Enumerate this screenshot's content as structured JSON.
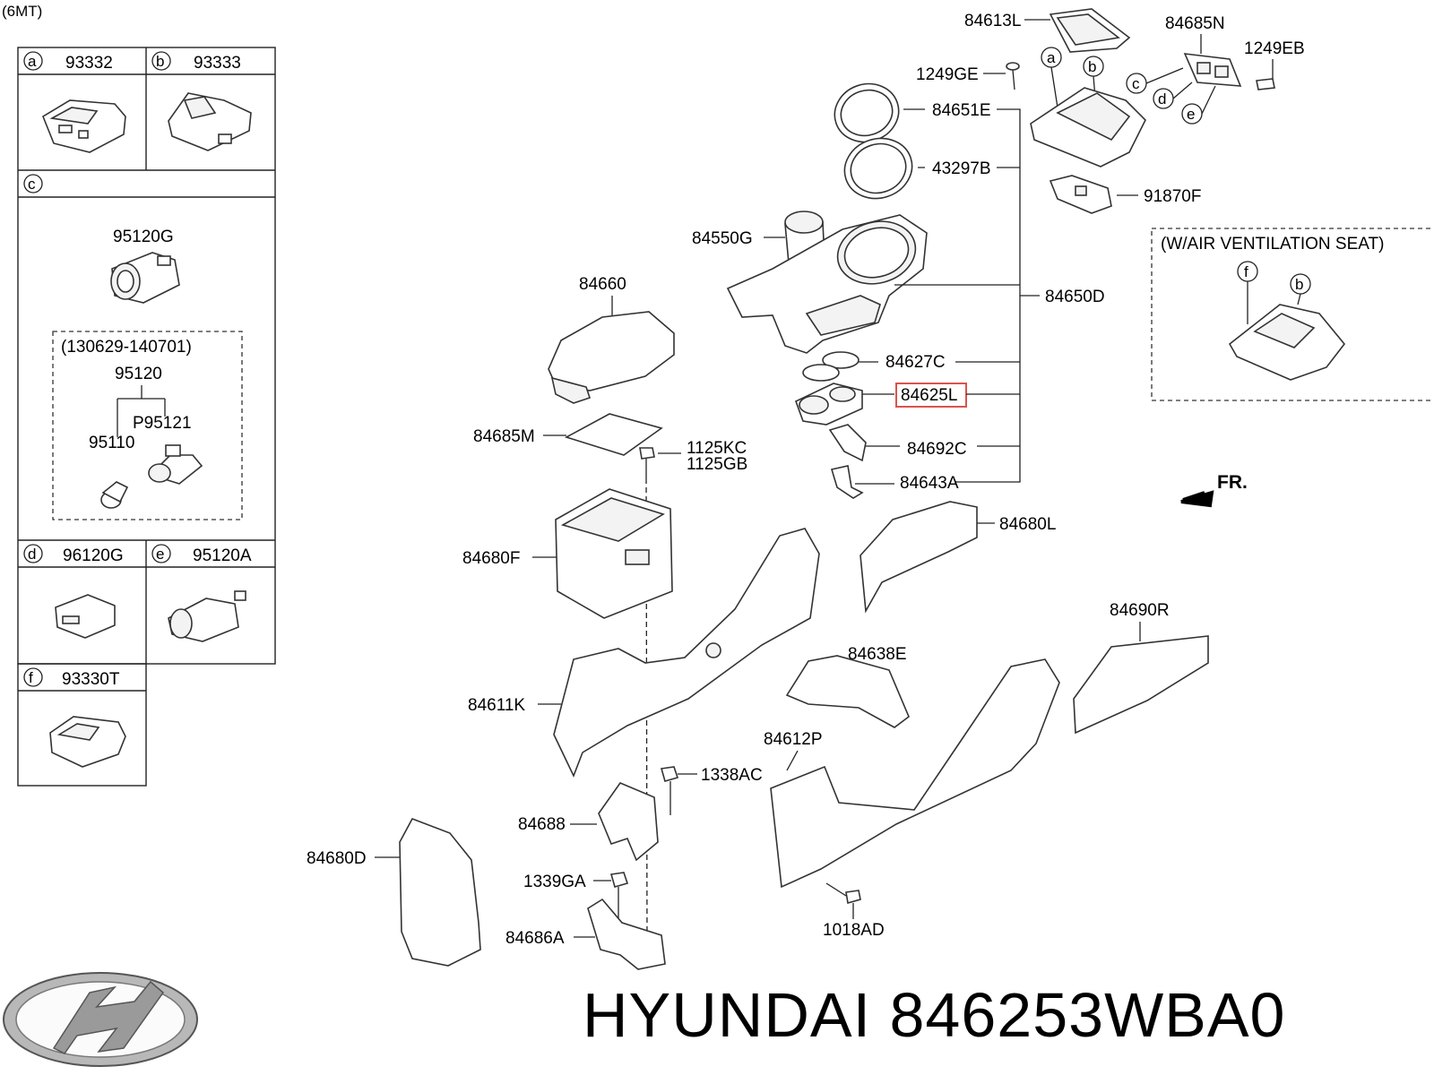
{
  "header": {
    "variant": "(6MT)"
  },
  "inset": {
    "a": {
      "letter": "a",
      "part": "93332"
    },
    "b": {
      "letter": "b",
      "part": "93333"
    },
    "c": {
      "letter": "c",
      "part_top": "95120G",
      "dated_range": "(130629-140701)",
      "sub_parent": "95120",
      "sub_left": "95110",
      "sub_right": "P95121"
    },
    "d": {
      "letter": "d",
      "part": "96120G"
    },
    "e": {
      "letter": "e",
      "part": "95120A"
    },
    "f": {
      "letter": "f",
      "part": "93330T"
    }
  },
  "callouts": {
    "p84613L": "84613L",
    "p84685N": "84685N",
    "p1249EB": "1249EB",
    "p1249GE": "1249GE",
    "p84651E": "84651E",
    "p43297B": "43297B",
    "p91870F": "91870F",
    "p84550G": "84550G",
    "p84660": "84660",
    "p84650D": "84650D",
    "p84627C": "84627C",
    "p84625L": "84625L",
    "p84692C": "84692C",
    "p84643A": "84643A",
    "p84685M": "84685M",
    "p1125KC": "1125KC",
    "p1125GB": "1125GB",
    "p84680F": "84680F",
    "p84680L": "84680L",
    "p84690R": "84690R",
    "p84638E": "84638E",
    "p84611K": "84611K",
    "p84612P": "84612P",
    "p1338AC": "1338AC",
    "p84688": "84688",
    "p84680D": "84680D",
    "p1339GA": "1339GA",
    "p1018AD": "1018AD",
    "p84686A": "84686A"
  },
  "ventilation": {
    "title": "(W/AIR VENTILATION SEAT)",
    "letter_f": "f",
    "letter_b": "b"
  },
  "main_letters": {
    "a": "a",
    "b": "b",
    "c": "c",
    "d": "d",
    "e": "e"
  },
  "direction": "FR.",
  "highlight_color": "#d9534f",
  "brand": {
    "logo": "hyundai-logo",
    "title": "HYUNDAI 846253WBA0"
  }
}
